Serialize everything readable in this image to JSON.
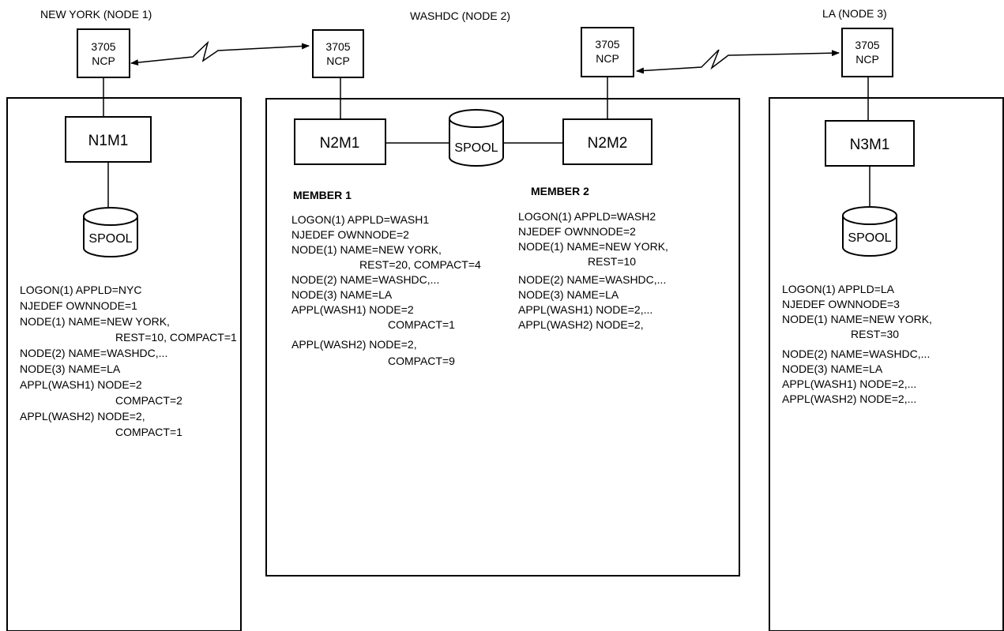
{
  "nodes": {
    "node1": {
      "title": "NEW YORK (NODE 1)",
      "ncp": [
        "3705",
        "NCP"
      ],
      "member": "N1M1",
      "spool": "SPOOL",
      "config": [
        "LOGON(1)  APPLD=NYC",
        "NJEDEF  OWNNODE=1",
        "NODE(1)    NAME=NEW YORK,",
        "REST=10, COMPACT=1",
        "NODE(2)   NAME=WASHDC,...",
        "NODE(3)   NAME=LA",
        "APPL(WASH1) NODE=2",
        "COMPACT=2",
        "APPL(WASH2) NODE=2,",
        "COMPACT=1"
      ]
    },
    "node2": {
      "title": "WASHDC (NODE 2)",
      "ncp_left": [
        "3705",
        "NCP"
      ],
      "ncp_right": [
        "3705",
        "NCP"
      ],
      "member1_box": "N2M1",
      "member2_box": "N2M2",
      "spool": "SPOOL",
      "member1_heading": "MEMBER 1",
      "member2_heading": "MEMBER 2",
      "member1_config": [
        "LOGON(1)  APPLD=WASH1",
        "NJEDEF   OWNNODE=2",
        "NODE(1)    NAME=NEW YORK,",
        "REST=20, COMPACT=4",
        "NODE(2)   NAME=WASHDC,...",
        "NODE(3)   NAME=LA",
        "APPL(WASH1) NODE=2",
        "COMPACT=1",
        "APPL(WASH2) NODE=2,",
        "COMPACT=9"
      ],
      "member2_config": [
        "LOGON(1)  APPLD=WASH2",
        "NJEDEF   OWNNODE=2",
        "NODE(1)    NAME=NEW YORK,",
        "REST=10",
        "NODE(2)   NAME=WASHDC,...",
        "NODE(3)   NAME=LA",
        "APPL(WASH1) NODE=2,...",
        "APPL(WASH2) NODE=2,"
      ]
    },
    "node3": {
      "title": "LA (NODE 3)",
      "ncp": [
        "3705",
        "NCP"
      ],
      "member": "N3M1",
      "spool": "SPOOL",
      "config": [
        "LOGON(1)  APPLD=LA",
        "NJEDEF   OWNNODE=3",
        "NODE(1)    NAME=NEW YORK,",
        "REST=30",
        "NODE(2)   NAME=WASHDC,...",
        "NODE(3)   NAME=LA",
        "APPL(WASH1) NODE=2,...",
        "APPL(WASH2) NODE=2,..."
      ]
    }
  }
}
